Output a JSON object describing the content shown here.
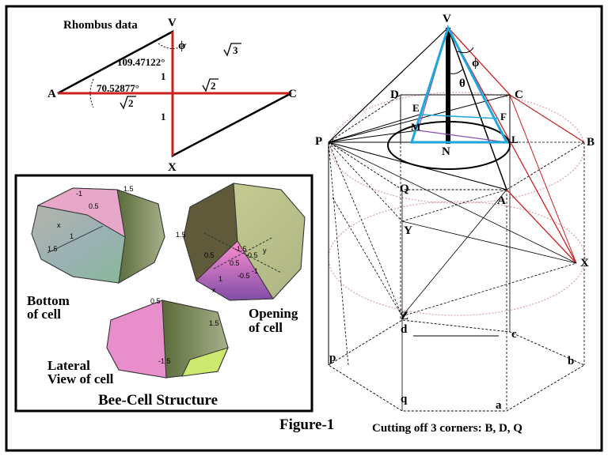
{
  "rhombus": {
    "title": "Rhombus data",
    "vertices": {
      "top": "V",
      "left": "A",
      "right": "C",
      "bottom": "X"
    },
    "angle_obtuse": "109.47122°",
    "angle_acute": "70.52877°",
    "phi": "ϕ",
    "edge_label": "3",
    "half_diag_label": "2",
    "half_short_diag": "1"
  },
  "panel": {
    "title": "Bee-Cell Structure",
    "bottom_label": [
      "Bottom",
      "of cell"
    ],
    "opening_label": [
      "Opening",
      "of cell"
    ],
    "lateral_label": [
      "Lateral",
      "View of cell"
    ],
    "tick_labels": [
      "-1",
      "1.5",
      "0.5",
      "x",
      "1",
      "1.5",
      "0.5",
      "-1.5",
      "-0.5",
      "y",
      "0.5",
      "-0.5",
      "-1",
      "1.5",
      "1",
      "x",
      "0.5",
      "-1.5",
      "1.5"
    ]
  },
  "figure": {
    "caption": "Figure-1",
    "cut_caption": "Cutting off 3 corners: B, D, Q",
    "points": [
      "V",
      "D",
      "C",
      "E",
      "F",
      "M",
      "P",
      "N",
      "L",
      "B",
      "Q",
      "A",
      "Y",
      "X",
      "Z",
      "d",
      "c",
      "p",
      "b",
      "q",
      "a"
    ],
    "theta": "θ",
    "phi": "ϕ"
  },
  "colors": {
    "red": "#cc1f1f",
    "blue": "#1ea7dc",
    "purple": "#8a4fb0",
    "dotted_red": "#d9a0a0"
  }
}
